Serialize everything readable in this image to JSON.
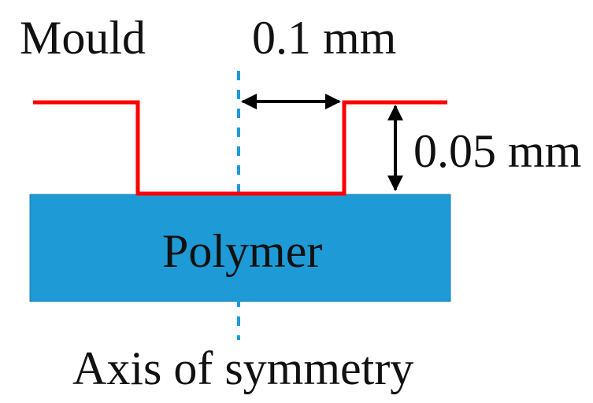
{
  "labels": {
    "mould": "Mould",
    "width": "0.1 mm",
    "depth": "0.05 mm",
    "polymer": "Polymer",
    "axis": "Axis of symmetry"
  },
  "colors": {
    "mould_profile": "#ff0000",
    "polymer_fill": "#1e9ad6",
    "axis_line": "#1e9ad6",
    "dimension_arrows": "#000000",
    "text": "#111111"
  }
}
